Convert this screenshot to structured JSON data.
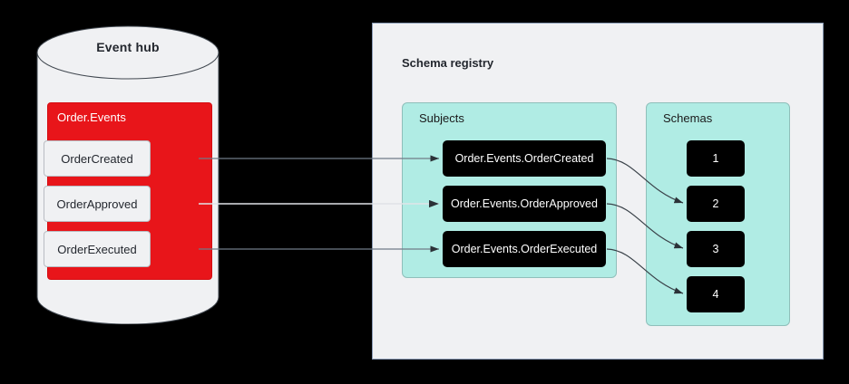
{
  "diagram": {
    "background_color": "#000000",
    "event_hub": {
      "title": "Event hub",
      "shape": "cylinder",
      "fill_color": "#f0f1f3",
      "topic": {
        "label": "Order.Events",
        "fill_color": "#e8151a",
        "text_color": "#ffffff",
        "events": [
          {
            "label": "OrderCreated"
          },
          {
            "label": "OrderApproved"
          },
          {
            "label": "OrderExecuted"
          }
        ]
      }
    },
    "schema_registry": {
      "title": "Schema registry",
      "fill_color": "#f0f1f3",
      "border_color": "#8a9bb5",
      "groups": [
        {
          "label": "Subjects",
          "fill_color": "#b0ece4",
          "nodes": [
            {
              "label": "Order.Events.OrderCreated"
            },
            {
              "label": "Order.Events.OrderApproved"
            },
            {
              "label": "Order.Events.OrderExecuted"
            }
          ]
        },
        {
          "label": "Schemas",
          "fill_color": "#b0ece4",
          "nodes": [
            {
              "label": "1"
            },
            {
              "label": "2"
            },
            {
              "label": "3"
            },
            {
              "label": "4"
            }
          ]
        }
      ]
    },
    "connections": [
      {
        "from": "OrderCreated",
        "to": "Order.Events.OrderCreated",
        "style": "straight"
      },
      {
        "from": "OrderApproved",
        "to": "Order.Events.OrderApproved",
        "style": "straight"
      },
      {
        "from": "OrderExecuted",
        "to": "Order.Events.OrderExecuted",
        "style": "straight"
      },
      {
        "from": "Order.Events.OrderCreated",
        "to": "2",
        "style": "curved"
      },
      {
        "from": "Order.Events.OrderApproved",
        "to": "3",
        "style": "curved"
      },
      {
        "from": "Order.Events.OrderExecuted",
        "to": "4",
        "style": "curved"
      }
    ]
  }
}
